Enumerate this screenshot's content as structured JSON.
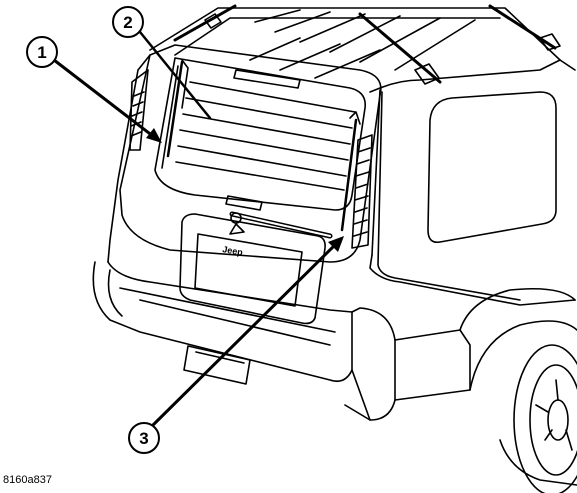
{
  "figure": {
    "code": "8160a837",
    "badge_text": "Jeep"
  },
  "callouts": [
    {
      "number": "1"
    },
    {
      "number": "2"
    },
    {
      "number": "3"
    }
  ],
  "colors": {
    "line": "#000000",
    "background": "#ffffff"
  }
}
